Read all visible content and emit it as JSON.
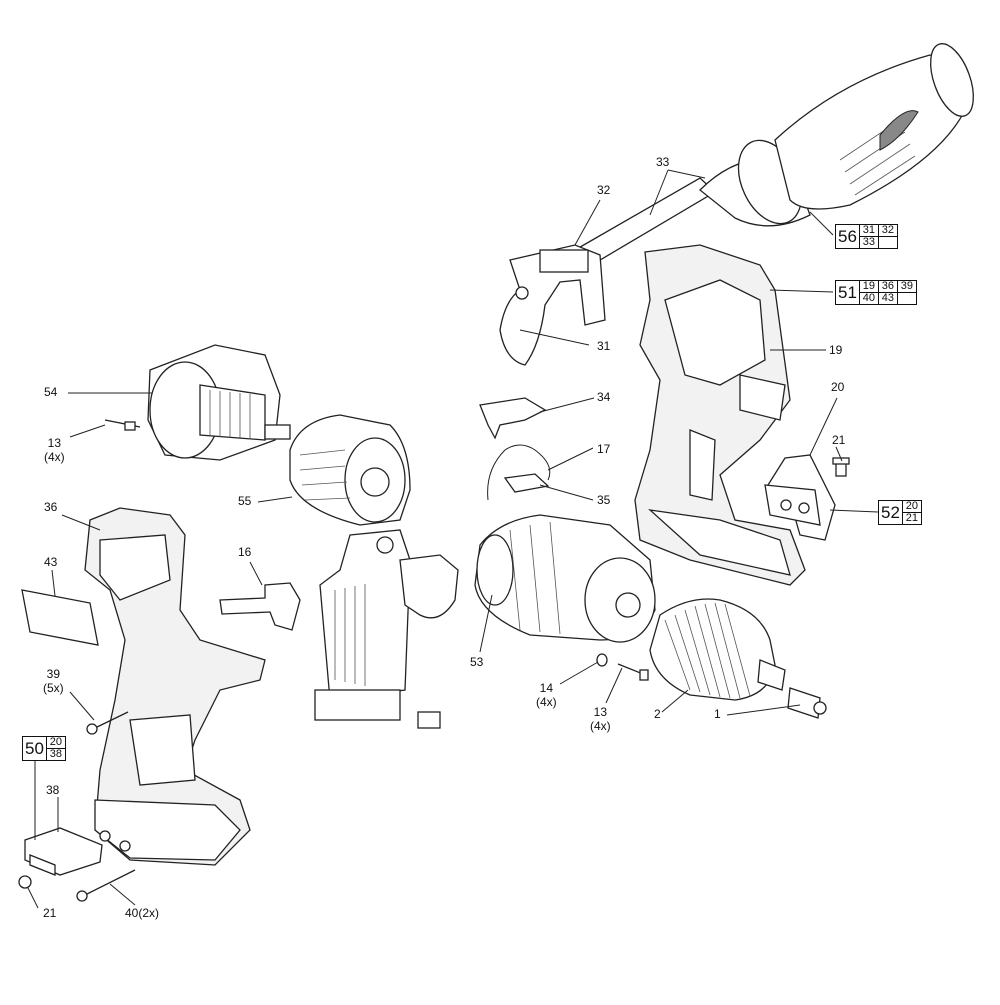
{
  "callouts": {
    "c1": "1",
    "c2": "2",
    "c13a": "13",
    "c13a_qty": "(4x)",
    "c13b": "13",
    "c13b_qty": "(4x)",
    "c14": "14",
    "c14_qty": "(4x)",
    "c16": "16",
    "c17": "17",
    "c19": "19",
    "c20": "20",
    "c21a": "21",
    "c21b": "21",
    "c31": "31",
    "c32": "32",
    "c33": "33",
    "c34": "34",
    "c35": "35",
    "c36": "36",
    "c38": "38",
    "c39": "39",
    "c39_qty": "(5x)",
    "c40": "40(2x)",
    "c43": "43",
    "c53": "53",
    "c54": "54",
    "c55": "55"
  },
  "kits": {
    "k56": {
      "number": "56",
      "parts": [
        "31",
        "32",
        "33",
        ""
      ]
    },
    "k51": {
      "number": "51",
      "parts": [
        "19",
        "36",
        "39",
        "40",
        "43",
        ""
      ]
    },
    "k52": {
      "number": "52",
      "parts": [
        "20",
        "21"
      ]
    },
    "k50": {
      "number": "50",
      "parts": [
        "20",
        "38"
      ]
    }
  }
}
